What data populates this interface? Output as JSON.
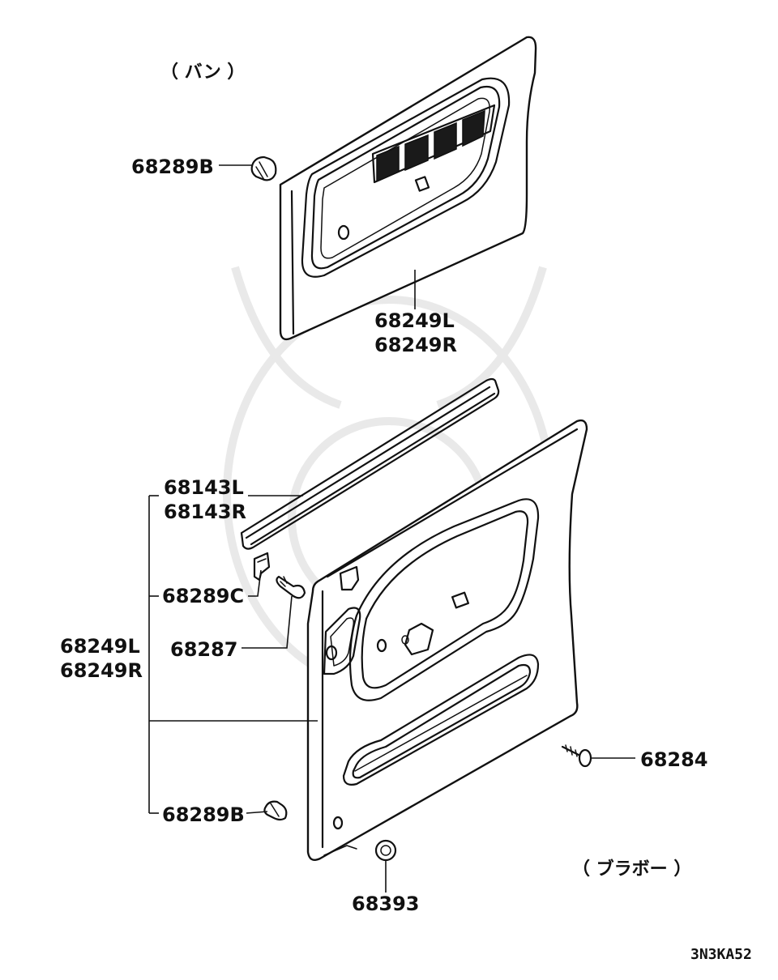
{
  "variants": {
    "van": "（ バン ）",
    "plabo": "（ ブラボー ）"
  },
  "labels": {
    "upper_clip": "68289B",
    "upper_panel_l": "68249L",
    "upper_panel_r": "68249R",
    "weatherstrip_l": "68143L",
    "weatherstrip_r": "68143R",
    "clip_c": "68289C",
    "fastener": "68287",
    "lower_panel_l": "68249L",
    "lower_panel_r": "68249R",
    "screw": "68284",
    "lower_clip": "68289B",
    "plug": "68393"
  },
  "figure_code": "3N3KA52"
}
